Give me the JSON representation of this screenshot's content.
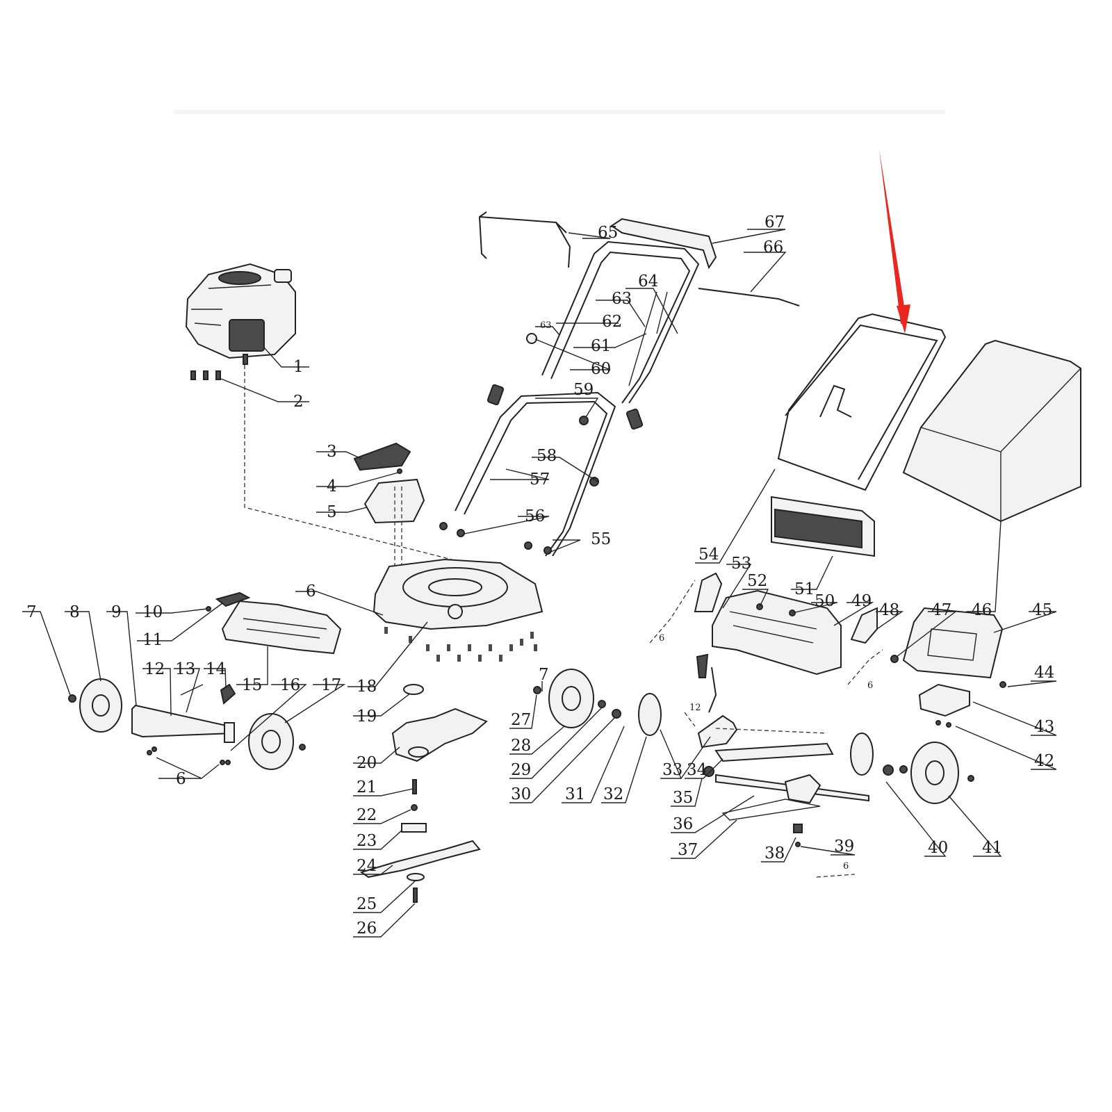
{
  "diagram": {
    "part_labels": [
      {
        "n": "1"
      },
      {
        "n": "2"
      },
      {
        "n": "3"
      },
      {
        "n": "4"
      },
      {
        "n": "5"
      },
      {
        "n": "6"
      },
      {
        "n": "7"
      },
      {
        "n": "8"
      },
      {
        "n": "9"
      },
      {
        "n": "10"
      },
      {
        "n": "11"
      },
      {
        "n": "12"
      },
      {
        "n": "13"
      },
      {
        "n": "14"
      },
      {
        "n": "15"
      },
      {
        "n": "16"
      },
      {
        "n": "17"
      },
      {
        "n": "6"
      },
      {
        "n": "18"
      },
      {
        "n": "19"
      },
      {
        "n": "20"
      },
      {
        "n": "21"
      },
      {
        "n": "22"
      },
      {
        "n": "23"
      },
      {
        "n": "24"
      },
      {
        "n": "25"
      },
      {
        "n": "26"
      },
      {
        "n": "7"
      },
      {
        "n": "27"
      },
      {
        "n": "28"
      },
      {
        "n": "29"
      },
      {
        "n": "30"
      },
      {
        "n": "31"
      },
      {
        "n": "32"
      },
      {
        "n": "33"
      },
      {
        "n": "34"
      },
      {
        "n": "35"
      },
      {
        "n": "36"
      },
      {
        "n": "37"
      },
      {
        "n": "38"
      },
      {
        "n": "39"
      },
      {
        "n": "40"
      },
      {
        "n": "41"
      },
      {
        "n": "42"
      },
      {
        "n": "43"
      },
      {
        "n": "44"
      },
      {
        "n": "45"
      },
      {
        "n": "46"
      },
      {
        "n": "47"
      },
      {
        "n": "48"
      },
      {
        "n": "49"
      },
      {
        "n": "50"
      },
      {
        "n": "51"
      },
      {
        "n": "52"
      },
      {
        "n": "53"
      },
      {
        "n": "54"
      },
      {
        "n": "55"
      },
      {
        "n": "56"
      },
      {
        "n": "57"
      },
      {
        "n": "58"
      },
      {
        "n": "59"
      },
      {
        "n": "60"
      },
      {
        "n": "61"
      },
      {
        "n": "62"
      },
      {
        "n": "63"
      },
      {
        "n": "64"
      },
      {
        "n": "65"
      },
      {
        "n": "66"
      },
      {
        "n": "67"
      }
    ],
    "small_labels": [
      {
        "n": "63"
      },
      {
        "n": "6"
      },
      {
        "n": "6"
      },
      {
        "n": "12"
      },
      {
        "n": "6"
      }
    ]
  },
  "annotation": {
    "arrow_color": "#e8281f"
  }
}
